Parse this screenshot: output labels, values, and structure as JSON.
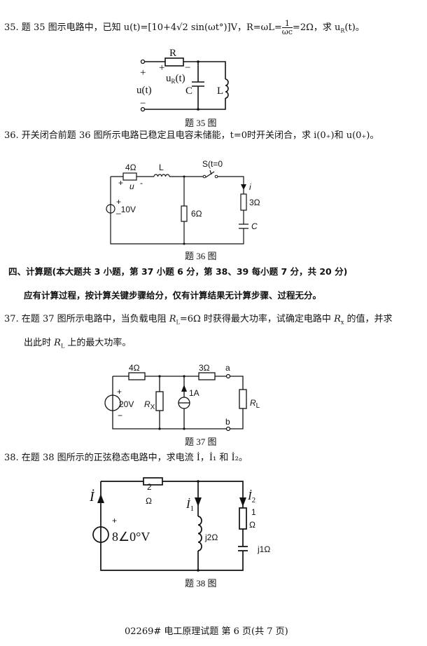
{
  "q35": {
    "text_a": "35. 题 35 图示电路中，已知 u(t)=[10+4√2 sin(ωt°)]V，R=ωL=",
    "frac_num": "1",
    "frac_den": "ωc",
    "text_b": "=2Ω，求 u",
    "sub": "R",
    "text_c": "(t)。",
    "fig": {
      "R": "R",
      "plus": "+",
      "u": "u(t)",
      "minus": "−",
      "ur_plus": "+",
      "ur": "u",
      "ur_sub": "R",
      "ur_t": "(t)",
      "ur_minus": "−",
      "C": "C",
      "L": "L",
      "caption": "题 35 图"
    }
  },
  "q36": {
    "text": "36. 开关闭合前题 36 图所示电路已稳定且电容未储能，t=0时开关闭合，求 i(0₊)和 u(0₊)。",
    "fig": {
      "r4": "4Ω",
      "L": "L",
      "switch": "S(t=0",
      "plus": "+",
      "u": "u",
      "minus": "-",
      "src_plus": "+",
      "src": "_10V",
      "r6": "6Ω",
      "i": "i",
      "r3": "3Ω",
      "C": "C",
      "caption": "题 36 图"
    }
  },
  "section": {
    "title": "四、计算题(本大题共 3 小题，第 37 小题 6 分，第 38、39 每小题 7 分，共 20 分)",
    "instruction": "应有计算过程，按计算关键步骤给分，仅有计算结果无计算步骤、过程无分。"
  },
  "q37": {
    "line1_a": "37. 在题 37 图所示电路中，当负载电阻 ",
    "rl": "R",
    "rl_sub": "L",
    "line1_b": "=6Ω 时获得最大功率，试确定电路中 ",
    "rx": "R",
    "rx_sub": "x",
    "line1_c": " 的值，并求",
    "line2_a": "出此时 ",
    "line2_b": " 上的最大功率。",
    "fig": {
      "r4": "4Ω",
      "r3": "3Ω",
      "a": "a",
      "b": "b",
      "plus": "+",
      "src": "20V",
      "minus": "−",
      "rx": "R",
      "rx_sub": "X",
      "is": "1A",
      "rl": "R",
      "rl_sub": "L",
      "caption": "题 37 图"
    }
  },
  "q38": {
    "text": "38. 在题 38 图所示的正弦稳态电路中，求电流 İ，İ₁ 和 İ₂。",
    "fig": {
      "r2a": "2",
      "r2b": "Ω",
      "I": "İ",
      "I1": "İ",
      "I1_sub": "1",
      "I2": "İ",
      "I2_sub": "2",
      "plus": "+",
      "src": "8∠0°V",
      "L": "j2Ω",
      "r1a": "1",
      "r1b": "Ω",
      "C": "j1Ω",
      "caption": "题 38 图"
    }
  },
  "footer": "02269# 电工原理试题 第 6 页(共 7 页)"
}
